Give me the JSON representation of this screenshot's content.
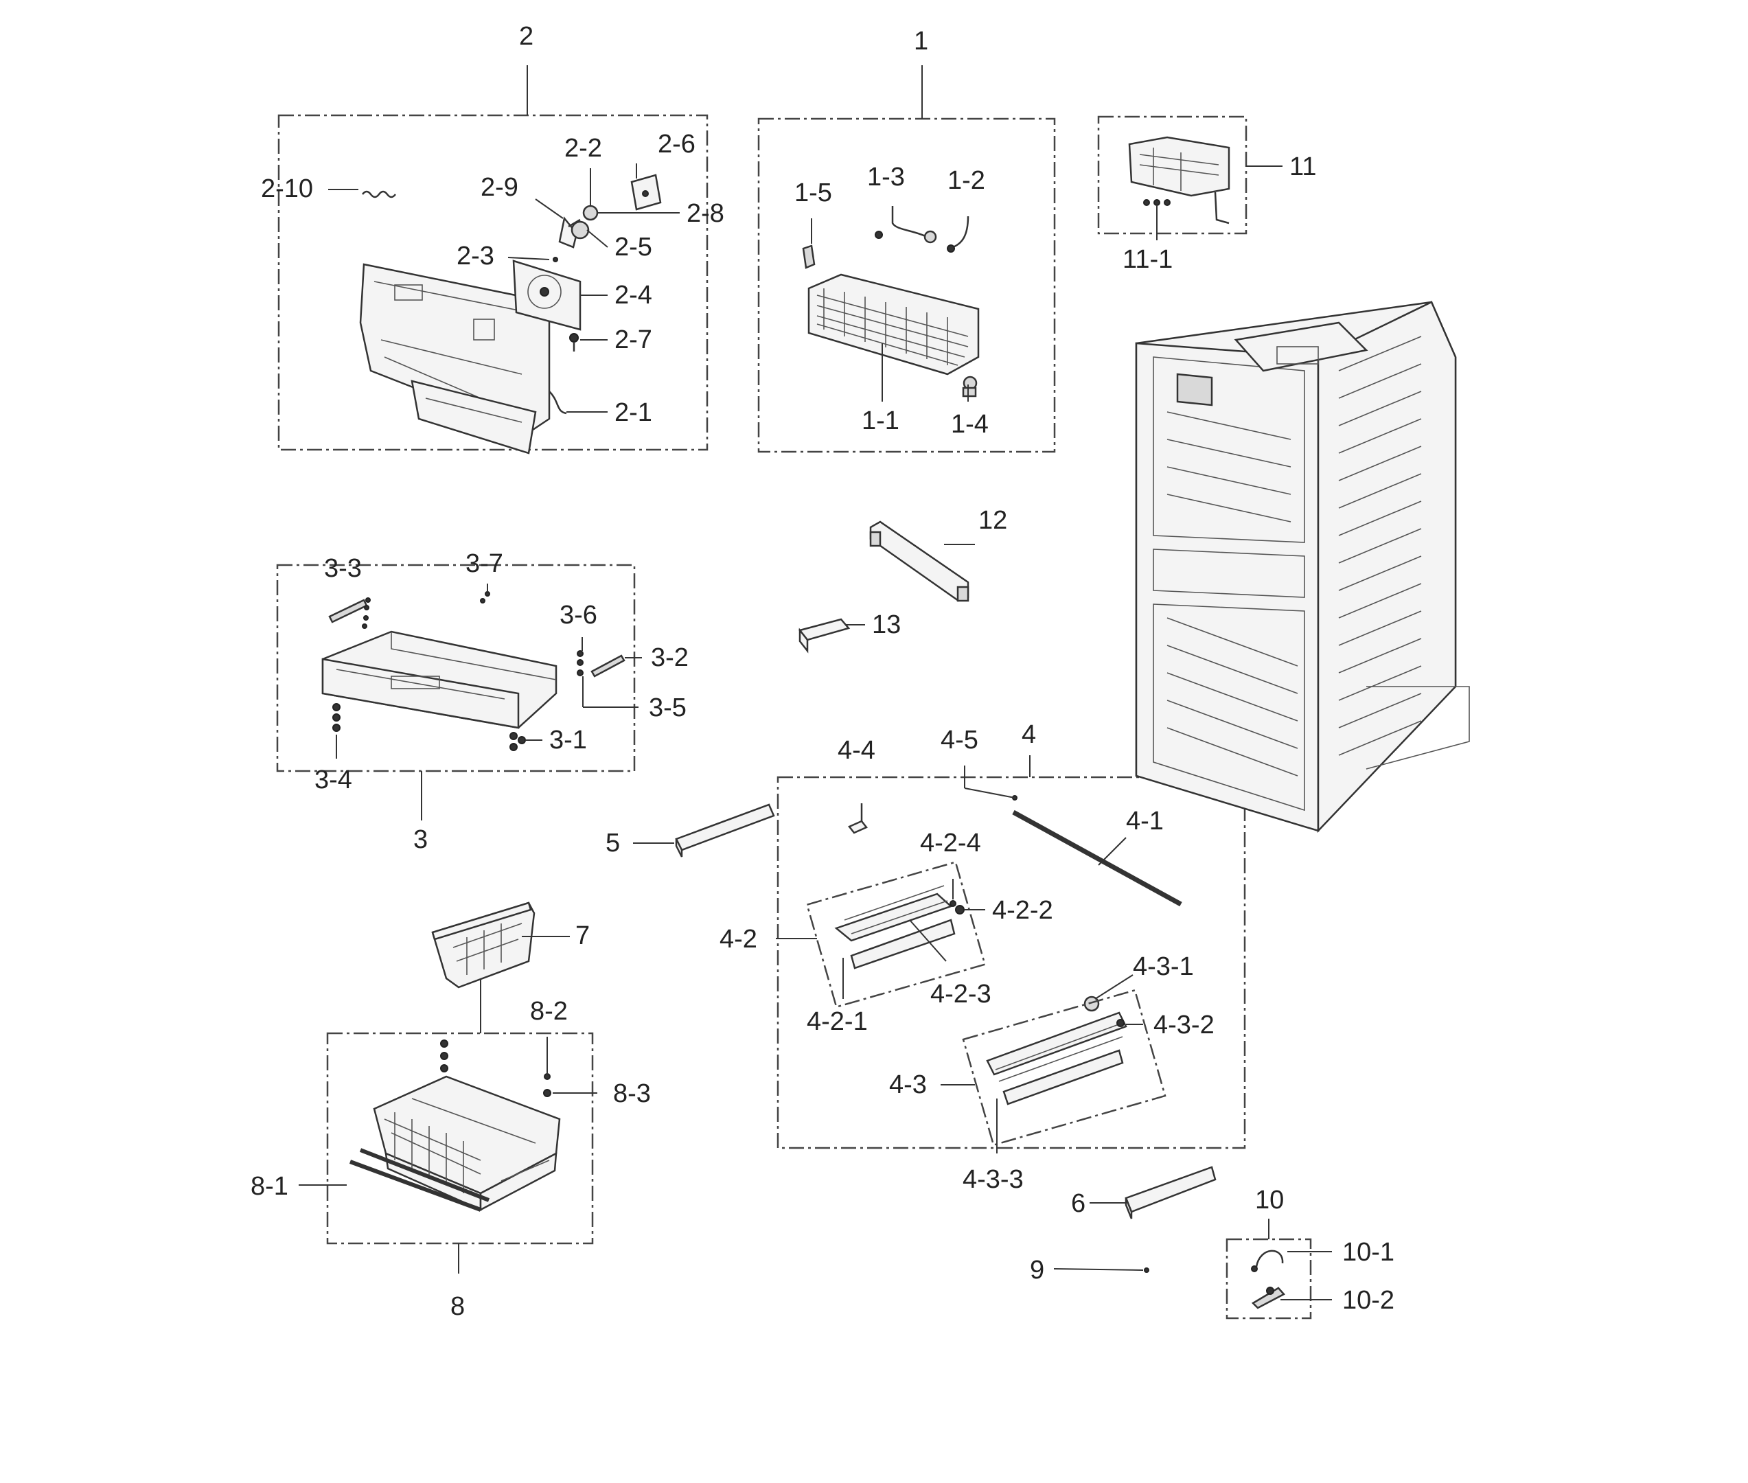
{
  "labels": {
    "g2": "2",
    "g1": "1",
    "g11": "11",
    "g11_1": "11-1",
    "p2_10": "2-10",
    "p2_2": "2-2",
    "p2_6": "2-6",
    "p2_9": "2-9",
    "p2_8": "2-8",
    "p2_5": "2-5",
    "p2_3": "2-3",
    "p2_4": "2-4",
    "p2_7": "2-7",
    "p2_1": "2-1",
    "p1_5": "1-5",
    "p1_3": "1-3",
    "p1_2": "1-2",
    "p1_1": "1-1",
    "p1_4": "1-4",
    "p12": "12",
    "p13": "13",
    "p3_3": "3-3",
    "p3_7": "3-7",
    "p3_6": "3-6",
    "p3_2": "3-2",
    "p3_5": "3-5",
    "p3_1": "3-1",
    "p3_4": "3-4",
    "g3": "3",
    "p4_4": "4-4",
    "p4_5": "4-5",
    "g4": "4",
    "p4_1": "4-1",
    "p4_2_4": "4-2-4",
    "p4_2_2": "4-2-2",
    "p4_2": "4-2",
    "p4_2_3": "4-2-3",
    "p4_2_1": "4-2-1",
    "p4_3_1": "4-3-1",
    "p4_3_2": "4-3-2",
    "p4_3": "4-3",
    "p4_3_3": "4-3-3",
    "p5": "5",
    "p7": "7",
    "p8_2": "8-2",
    "p8_3": "8-3",
    "p8_1": "8-1",
    "g8": "8",
    "p6": "6",
    "g10": "10",
    "p10_1": "10-1",
    "p9": "9",
    "p10_2": "10-2"
  }
}
